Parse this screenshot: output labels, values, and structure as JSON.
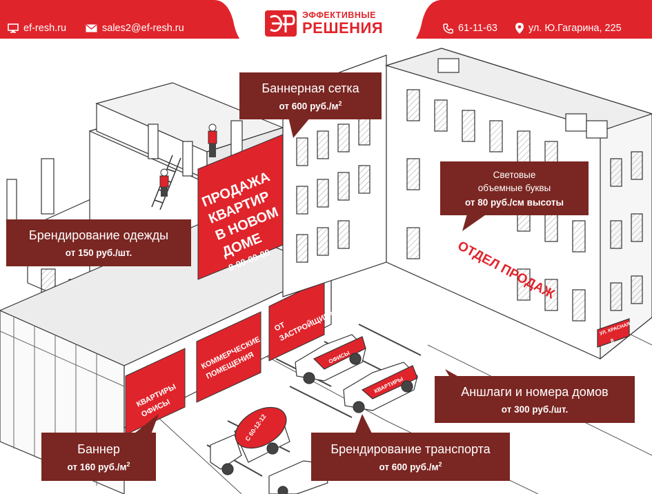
{
  "header": {
    "website": "ef-resh.ru",
    "email": "sales2@ef-resh.ru",
    "phone": "61-11-63",
    "address": "ул. Ю.Гагарина, 225",
    "logo_line1": "ЭФФЕКТИВНЫЕ",
    "logo_line2": "РЕШЕНИЯ"
  },
  "callouts": {
    "banner_mesh": {
      "title": "Баннерная сетка",
      "price": "от 600 руб./м",
      "unit_sup": "2"
    },
    "letters": {
      "line1": "Световые",
      "line2": "объемные буквы",
      "price": "от 80 руб./см высоты"
    },
    "clothing": {
      "title": "Брендирование одежды",
      "price": "от 150 руб./шт."
    },
    "plates": {
      "title": "Аншлаги и номера домов",
      "price": "от 300 руб./шт."
    },
    "banner": {
      "title": "Баннер",
      "price": "от 160 руб./м",
      "unit_sup": "2"
    },
    "transport": {
      "title": "Брендирование транспорта",
      "price": "от 600 руб./м",
      "unit_sup": "2"
    }
  },
  "signs": {
    "big_banner": [
      "ПРОДАЖА",
      "КВАРТИР",
      "В НОВОМ",
      "ДОМЕ",
      "8-00-00-00"
    ],
    "shop1": [
      "КВАРТИРЫ",
      "ОФИСЫ"
    ],
    "shop2": [
      "КОММЕРЧЕСКИЕ",
      "ПОМЕЩЕНИЯ"
    ],
    "shop3": [
      "ОТ",
      "ЗАСТРОЙЩИКА"
    ],
    "sales_letters": "ОТДЕЛ ПРОДАЖ",
    "street_plate": "УЛ. КРАСНАЯ",
    "street_number": "8",
    "car1": "ОФИСЫ",
    "car2": "КВАРТИРЫ",
    "mixer": "С 60-12-12"
  },
  "colors": {
    "brand_red": "#e0242b",
    "callout_brown": "#7a2622",
    "line": "#333333"
  }
}
